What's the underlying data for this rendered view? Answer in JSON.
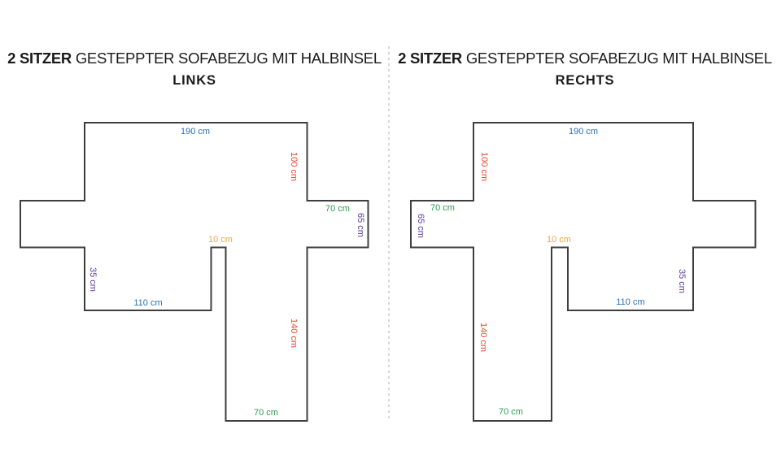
{
  "colors": {
    "blue": "#2B6FB7",
    "red": "#E14A30",
    "green": "#2E9B51",
    "orange": "#F0A643",
    "purple": "#5F3D9E",
    "outline": "#3E3E3E",
    "divider": "#C9C9C9",
    "title": "#1B1B1B"
  },
  "diagrams": [
    {
      "title_bold": "2 SITZER",
      "title_rest": "GESTEPPTER SOFABEZUG MIT HALBINSEL",
      "side": "LINKS",
      "labels": [
        {
          "text": "190 cm",
          "color": "blue",
          "edge": "top-width"
        },
        {
          "text": "100 cm",
          "color": "red",
          "edge": "side-height"
        },
        {
          "text": "70 cm",
          "color": "green",
          "edge": "armrest-top"
        },
        {
          "text": "65 cm",
          "color": "purple",
          "edge": "armrest-side"
        },
        {
          "text": "10 cm",
          "color": "orange",
          "edge": "gap"
        },
        {
          "text": "35 cm",
          "color": "purple",
          "edge": "seat-drop"
        },
        {
          "text": "110 cm",
          "color": "blue",
          "edge": "seat-front"
        },
        {
          "text": "140 cm",
          "color": "red",
          "edge": "chaise-side"
        },
        {
          "text": "70 cm",
          "color": "green",
          "edge": "chaise-end"
        }
      ]
    },
    {
      "title_bold": "2 SITZER",
      "title_rest": "GESTEPPTER SOFABEZUG MIT HALBINSEL",
      "side": "RECHTS",
      "labels": [
        {
          "text": "190 cm",
          "color": "blue",
          "edge": "top-width"
        },
        {
          "text": "100 cm",
          "color": "red",
          "edge": "side-height"
        },
        {
          "text": "70 cm",
          "color": "green",
          "edge": "armrest-top"
        },
        {
          "text": "65 cm",
          "color": "purple",
          "edge": "armrest-side"
        },
        {
          "text": "10 cm",
          "color": "orange",
          "edge": "gap"
        },
        {
          "text": "35 cm",
          "color": "purple",
          "edge": "seat-drop"
        },
        {
          "text": "110 cm",
          "color": "blue",
          "edge": "seat-front"
        },
        {
          "text": "140 cm",
          "color": "red",
          "edge": "chaise-side"
        },
        {
          "text": "70 cm",
          "color": "green",
          "edge": "chaise-end"
        }
      ]
    }
  ]
}
